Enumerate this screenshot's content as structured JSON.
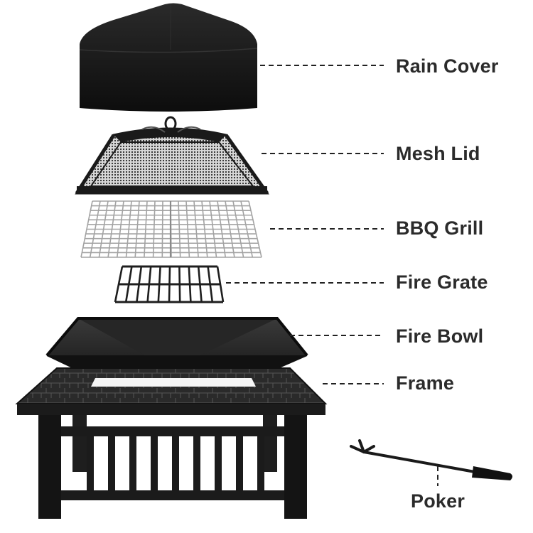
{
  "components": [
    {
      "id": "rain",
      "label": "Rain Cover"
    },
    {
      "id": "mesh",
      "label": "Mesh Lid"
    },
    {
      "id": "grill",
      "label": "BBQ Grill"
    },
    {
      "id": "grate",
      "label": "Fire Grate"
    },
    {
      "id": "bowl",
      "label": "Fire Bowl"
    },
    {
      "id": "frame",
      "label": "Frame"
    },
    {
      "id": "poker",
      "label": "Poker"
    }
  ],
  "colors": {
    "metal": "#1c1c1c",
    "cover": "#141414",
    "wire": "#9a9a9a",
    "leader": "#222222",
    "text": "#2b2b2b"
  }
}
